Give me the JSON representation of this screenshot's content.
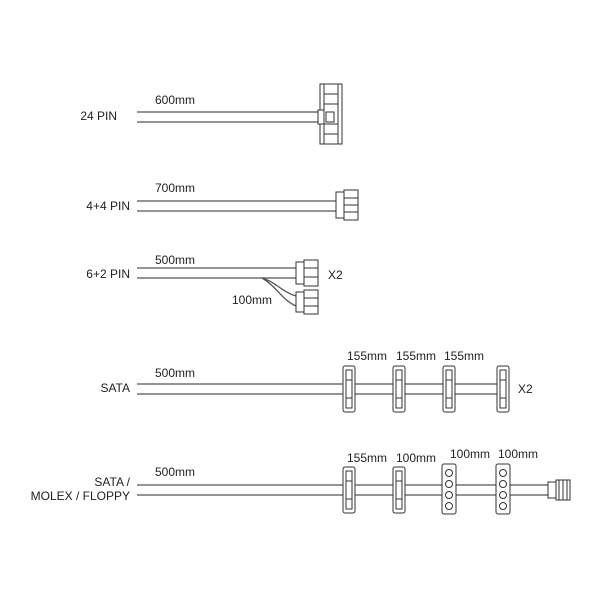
{
  "cables": {
    "c24pin": {
      "label": "24 PIN",
      "length": "600mm"
    },
    "c44pin": {
      "label": "4+4 PIN",
      "length": "700mm"
    },
    "c62pin": {
      "label": "6+2 PIN",
      "length": "500mm",
      "extra_length": "100mm",
      "multiplier": "X2"
    },
    "sata": {
      "label": "SATA",
      "length": "500mm",
      "segments": [
        "155mm",
        "155mm",
        "155mm"
      ],
      "multiplier": "X2"
    },
    "sata_molex": {
      "label_line1": "SATA /",
      "label_line2": "MOLEX / FLOPPY",
      "length": "500mm",
      "segments": [
        "155mm",
        "100mm",
        "100mm",
        "100mm"
      ]
    }
  }
}
